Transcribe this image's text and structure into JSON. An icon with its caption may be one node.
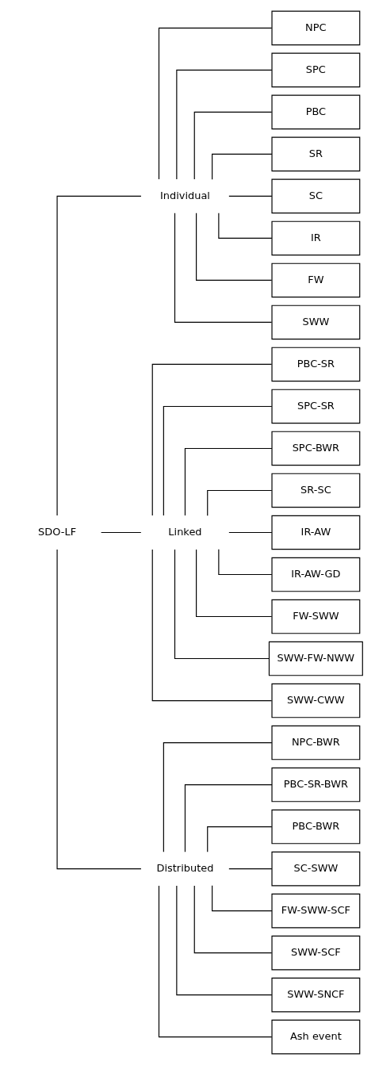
{
  "diagram": {
    "nodes": [
      {
        "text": [
          "SDO-LF"
        ]
      },
      {
        "text": [
          "Individual"
        ]
      },
      {
        "text": [
          "NPC"
        ]
      },
      {
        "text": [
          "SPC"
        ]
      },
      {
        "text": [
          "PBC"
        ]
      },
      {
        "text": [
          "SR"
        ]
      },
      {
        "text": [
          "SC"
        ]
      },
      {
        "text": [
          "IR"
        ]
      },
      {
        "text": [
          "FW"
        ]
      },
      {
        "text": [
          "SWW"
        ]
      },
      {
        "text": [
          "Linked"
        ]
      },
      {
        "text": [
          "PBC-SR"
        ]
      },
      {
        "text": [
          "SPC-SR"
        ]
      },
      {
        "text": [
          "SPC-BWR"
        ]
      },
      {
        "text": [
          "SR-SC"
        ]
      },
      {
        "text": [
          "IR-AW"
        ]
      },
      {
        "text": [
          "IR-AW-GD"
        ]
      },
      {
        "text": [
          "FW-SWW"
        ]
      },
      {
        "text": [
          "SWW-FW-NWW"
        ]
      },
      {
        "text": [
          "SWW-CWW"
        ]
      },
      {
        "text": [
          "Distributed"
        ]
      },
      {
        "text": [
          "NPC-BWR"
        ]
      },
      {
        "text": [
          "PBC-SR-BWR"
        ]
      },
      {
        "text": [
          "PBC-BWR"
        ]
      },
      {
        "text": [
          "SC-SWW"
        ]
      },
      {
        "text": [
          "FW-SWW-SCF"
        ]
      },
      {
        "text": [
          "SWW-SCF"
        ]
      },
      {
        "text": [
          "SWW-SNCF"
        ]
      },
      {
        "text": [
          "Ash event"
        ]
      }
    ],
    "edges": [
      {
        "from": 0,
        "to": 1,
        "arrow": "none"
      },
      {
        "from": 0,
        "to": 10,
        "arrow": "none"
      },
      {
        "from": 0,
        "to": 20,
        "arrow": "none"
      },
      {
        "from": 1,
        "to": 2,
        "arrow": "none"
      },
      {
        "from": 1,
        "to": 3,
        "arrow": "none"
      },
      {
        "from": 1,
        "to": 4,
        "arrow": "none"
      },
      {
        "from": 1,
        "to": 5,
        "arrow": "none"
      },
      {
        "from": 1,
        "to": 6,
        "arrow": "none"
      },
      {
        "from": 1,
        "to": 7,
        "arrow": "none"
      },
      {
        "from": 1,
        "to": 8,
        "arrow": "none"
      },
      {
        "from": 1,
        "to": 9,
        "arrow": "none"
      },
      {
        "from": 10,
        "to": 11,
        "arrow": "none"
      },
      {
        "from": 10,
        "to": 12,
        "arrow": "none"
      },
      {
        "from": 10,
        "to": 13,
        "arrow": "none"
      },
      {
        "from": 10,
        "to": 14,
        "arrow": "none"
      },
      {
        "from": 10,
        "to": 15,
        "arrow": "none"
      },
      {
        "from": 10,
        "to": 16,
        "arrow": "none"
      },
      {
        "from": 10,
        "to": 17,
        "arrow": "none"
      },
      {
        "from": 10,
        "to": 18,
        "arrow": "none"
      },
      {
        "from": 10,
        "to": 19,
        "arrow": "none"
      },
      {
        "from": 20,
        "to": 21,
        "arrow": "none"
      },
      {
        "from": 20,
        "to": 22,
        "arrow": "none"
      },
      {
        "from": 20,
        "to": 23,
        "arrow": "none"
      },
      {
        "from": 20,
        "to": 24,
        "arrow": "none"
      },
      {
        "from": 20,
        "to": 25,
        "arrow": "none"
      },
      {
        "from": 20,
        "to": 26,
        "arrow": "none"
      },
      {
        "from": 20,
        "to": 27,
        "arrow": "none"
      },
      {
        "from": 20,
        "to": 28,
        "arrow": "none"
      }
    ]
  }
}
